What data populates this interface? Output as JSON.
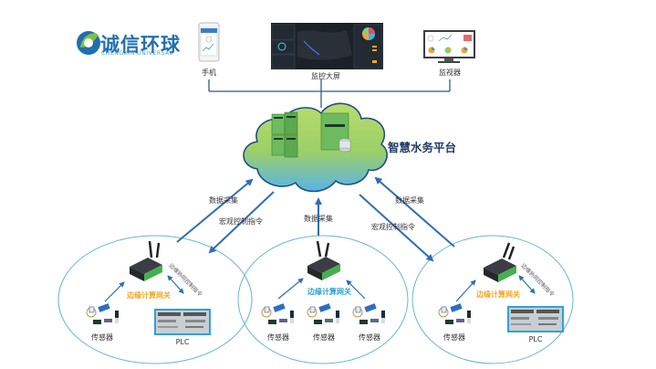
{
  "logo": {
    "name_cn": "诚信环球",
    "name_en": "CHENGXIN UNIVERSAL",
    "colors": {
      "primary": "#1f6fb3",
      "leaf": "#5aa832"
    }
  },
  "terminals": [
    {
      "label": "手机",
      "icon": "smartphone-icon"
    },
    {
      "label": "监控大屏",
      "icon": "dashboard-screen-icon"
    },
    {
      "label": "监视器",
      "icon": "monitor-icon"
    }
  ],
  "platform": {
    "title": "智慧水务平台",
    "icon": "cloud-server-icon"
  },
  "links": {
    "left_up": "数据采集",
    "left_down": "宏观控制指令",
    "center_up": "数据采集",
    "right_up": "数据采集",
    "right_down": "宏观控制指令"
  },
  "sites": [
    {
      "gateway_label": "边缘计算网关",
      "gateway_color": "#f5a623",
      "plc_link_label": "边缘协同控制指令",
      "sensors": [
        "传感器"
      ],
      "plc_label": "PLC"
    },
    {
      "gateway_label": "边缘计算网关",
      "gateway_color": "#29a3d6",
      "sensors": [
        "传感器",
        "传感器",
        "传感器"
      ]
    },
    {
      "gateway_label": "边缘计算网关",
      "gateway_color": "#f5a623",
      "plc_link_label": "边缘协同控制指令",
      "sensors": [
        "传感器"
      ],
      "plc_label": "PLC"
    }
  ],
  "colors": {
    "line": "#2e5a8c",
    "arrow": "#2f6db5",
    "ellipse": "#6ab4d8"
  }
}
